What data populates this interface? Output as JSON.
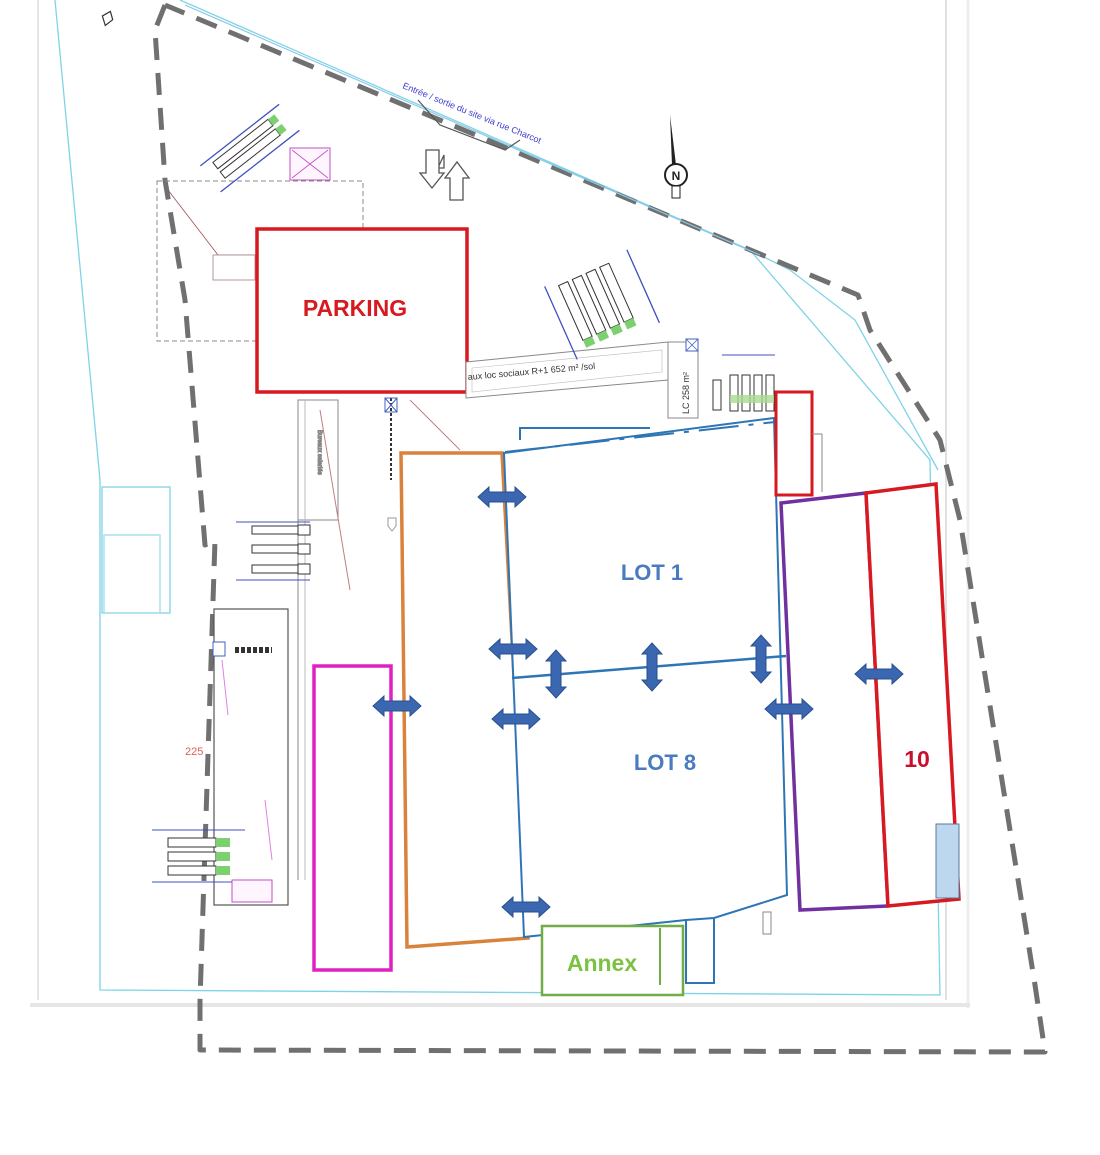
{
  "labels": {
    "parking": "PARKING",
    "lot1": "LOT 1",
    "lot8": "LOT 8",
    "lot10": "10",
    "annex": "Annex",
    "entry": "Entrée / sortie du site via rue Charcot",
    "social_housing": "aux loc sociaux R+1 652 m² /sol",
    "lc_area": "LC 258 m²",
    "level": "225",
    "north": "N"
  },
  "colors": {
    "parking": "#d71920",
    "lot_1_8": "#2e75b6",
    "orange_unit": "#d9823b",
    "magenta_unit": "#e020c0",
    "purple_unit": "#7030a0",
    "red_unit": "#d71920",
    "annex": "#70ad47",
    "arrows": "#3b66b0",
    "perimeter": "#707070",
    "site_outline": "#7fd3e6"
  },
  "icons": [
    "north-arrow-icon",
    "entry-arrows-icon",
    "double-arrow-icon"
  ]
}
